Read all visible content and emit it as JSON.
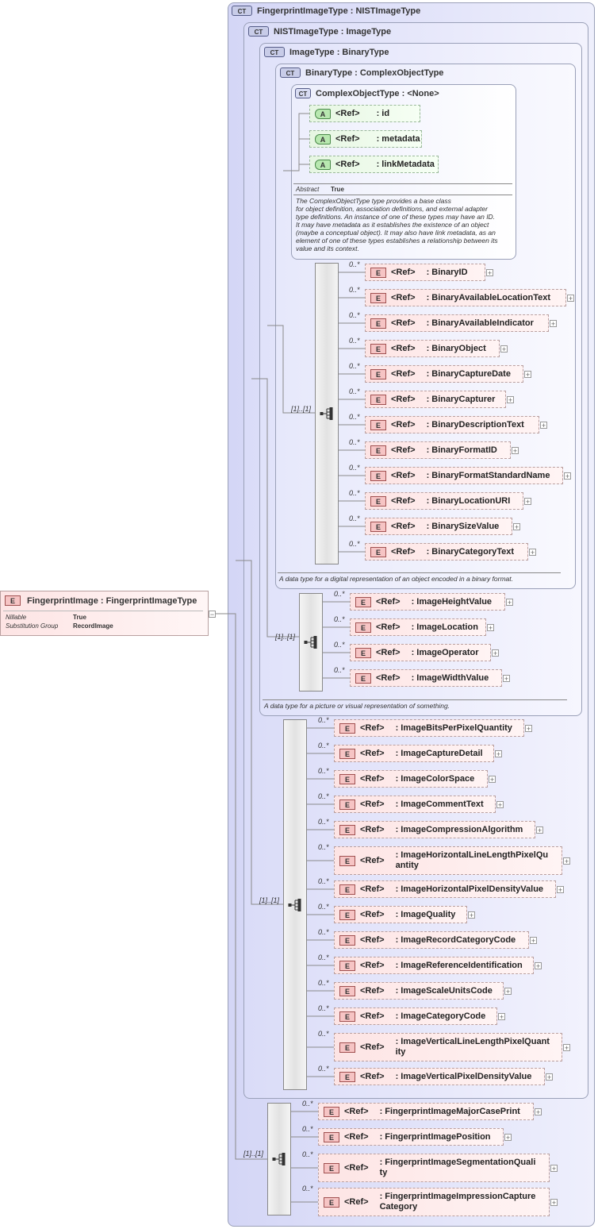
{
  "root": {
    "badge": "E",
    "name": "FingerprintImage : FingerprintImageType",
    "props": [
      {
        "label": "Nillable",
        "value": "True"
      },
      {
        "label": "Substitution Group",
        "value": "RecordImage"
      }
    ],
    "toggle": "−"
  },
  "types": {
    "fingerprint": {
      "badge": "CT",
      "title": "FingerprintImageType : NISTImageType"
    },
    "nist": {
      "badge": "CT",
      "title": "NISTImageType : ImageType"
    },
    "image": {
      "badge": "CT",
      "title": "ImageType : BinaryType",
      "doc": "A data type for a picture or visual representation of something."
    },
    "binary": {
      "badge": "CT",
      "title": "BinaryType : ComplexObjectType",
      "doc": "A data type for a digital representation of an object encoded in a binary format."
    },
    "complex": {
      "badge": "CT",
      "title": "ComplexObjectType : <None>",
      "abstract_label": "Abstract",
      "abstract_value": "True",
      "doc_lines": [
        "The ComplexObjectType type provides a base class",
        "for object definition, association definitions, and external adapter",
        "type definitions. An instance of one of these types may have an ID.",
        "It may have metadata as it establishes the existence of an object",
        "(maybe a conceptual object). It may also have link metadata, as an",
        "element of one of these types establishes a relationship between its",
        "value and its context."
      ]
    }
  },
  "attributes": [
    {
      "badge": "A",
      "ref": "<Ref>",
      "name": ": id"
    },
    {
      "badge": "A",
      "ref": "<Ref>",
      "name": ": metadata"
    },
    {
      "badge": "A",
      "ref": "<Ref>",
      "name": ": linkMetadata"
    }
  ],
  "sequences": {
    "binary": {
      "multiplicity": "[1]..[1]",
      "elements": [
        {
          "card": "0..*",
          "badge": "E",
          "ref": "<Ref>",
          "name": ": BinaryID"
        },
        {
          "card": "0..*",
          "badge": "E",
          "ref": "<Ref>",
          "name": ": BinaryAvailableLocationText"
        },
        {
          "card": "0..*",
          "badge": "E",
          "ref": "<Ref>",
          "name": ": BinaryAvailableIndicator"
        },
        {
          "card": "0..*",
          "badge": "E",
          "ref": "<Ref>",
          "name": ": BinaryObject"
        },
        {
          "card": "0..*",
          "badge": "E",
          "ref": "<Ref>",
          "name": ": BinaryCaptureDate"
        },
        {
          "card": "0..*",
          "badge": "E",
          "ref": "<Ref>",
          "name": ": BinaryCapturer"
        },
        {
          "card": "0..*",
          "badge": "E",
          "ref": "<Ref>",
          "name": ": BinaryDescriptionText"
        },
        {
          "card": "0..*",
          "badge": "E",
          "ref": "<Ref>",
          "name": ": BinaryFormatID"
        },
        {
          "card": "0..*",
          "badge": "E",
          "ref": "<Ref>",
          "name": ": BinaryFormatStandardName"
        },
        {
          "card": "0..*",
          "badge": "E",
          "ref": "<Ref>",
          "name": ": BinaryLocationURI"
        },
        {
          "card": "0..*",
          "badge": "E",
          "ref": "<Ref>",
          "name": ": BinarySizeValue"
        },
        {
          "card": "0..*",
          "badge": "E",
          "ref": "<Ref>",
          "name": ": BinaryCategoryText"
        }
      ]
    },
    "image": {
      "multiplicity": "[1]..[1]",
      "elements": [
        {
          "card": "0..*",
          "badge": "E",
          "ref": "<Ref>",
          "name": ": ImageHeightValue"
        },
        {
          "card": "0..*",
          "badge": "E",
          "ref": "<Ref>",
          "name": ": ImageLocation"
        },
        {
          "card": "0..*",
          "badge": "E",
          "ref": "<Ref>",
          "name": ": ImageOperator"
        },
        {
          "card": "0..*",
          "badge": "E",
          "ref": "<Ref>",
          "name": ": ImageWidthValue"
        }
      ]
    },
    "nist": {
      "multiplicity": "[1]..[1]",
      "elements": [
        {
          "card": "0..*",
          "badge": "E",
          "ref": "<Ref>",
          "name": ": ImageBitsPerPixelQuantity"
        },
        {
          "card": "0..*",
          "badge": "E",
          "ref": "<Ref>",
          "name": ": ImageCaptureDetail"
        },
        {
          "card": "0..*",
          "badge": "E",
          "ref": "<Ref>",
          "name": ": ImageColorSpace"
        },
        {
          "card": "0..*",
          "badge": "E",
          "ref": "<Ref>",
          "name": ": ImageCommentText"
        },
        {
          "card": "0..*",
          "badge": "E",
          "ref": "<Ref>",
          "name": ": ImageCompressionAlgorithm"
        },
        {
          "card": "0..*",
          "badge": "E",
          "ref": "<Ref>",
          "name": ": ImageHorizontalLineLengthPixelQu antity"
        },
        {
          "card": "0..*",
          "badge": "E",
          "ref": "<Ref>",
          "name": ": ImageHorizontalPixelDensityValue"
        },
        {
          "card": "0..*",
          "badge": "E",
          "ref": "<Ref>",
          "name": ": ImageQuality"
        },
        {
          "card": "0..*",
          "badge": "E",
          "ref": "<Ref>",
          "name": ": ImageRecordCategoryCode"
        },
        {
          "card": "0..*",
          "badge": "E",
          "ref": "<Ref>",
          "name": ": ImageReferenceIdentification"
        },
        {
          "card": "0..*",
          "badge": "E",
          "ref": "<Ref>",
          "name": ": ImageScaleUnitsCode"
        },
        {
          "card": "0..*",
          "badge": "E",
          "ref": "<Ref>",
          "name": ": ImageCategoryCode"
        },
        {
          "card": "0..*",
          "badge": "E",
          "ref": "<Ref>",
          "name": ": ImageVerticalLineLengthPixelQuant ity"
        },
        {
          "card": "0..*",
          "badge": "E",
          "ref": "<Ref>",
          "name": ": ImageVerticalPixelDensityValue"
        }
      ]
    },
    "fingerprint": {
      "multiplicity": "[1]..[1]",
      "elements": [
        {
          "card": "0..*",
          "badge": "E",
          "ref": "<Ref>",
          "name": ": FingerprintImageMajorCasePrint"
        },
        {
          "card": "0..*",
          "badge": "E",
          "ref": "<Ref>",
          "name": ": FingerprintImagePosition"
        },
        {
          "card": "0..*",
          "badge": "E",
          "ref": "<Ref>",
          "name": ": FingerprintImageSegmentationQuali ty"
        },
        {
          "card": "0..*",
          "badge": "E",
          "ref": "<Ref>",
          "name": ": FingerprintImageImpressionCapture Category"
        }
      ]
    }
  },
  "expand_glyph": "+",
  "colors": {
    "ct_fill": "#e4e6fa",
    "element_fill": "#fde4e4",
    "attribute_fill": "#e6f6e2"
  }
}
